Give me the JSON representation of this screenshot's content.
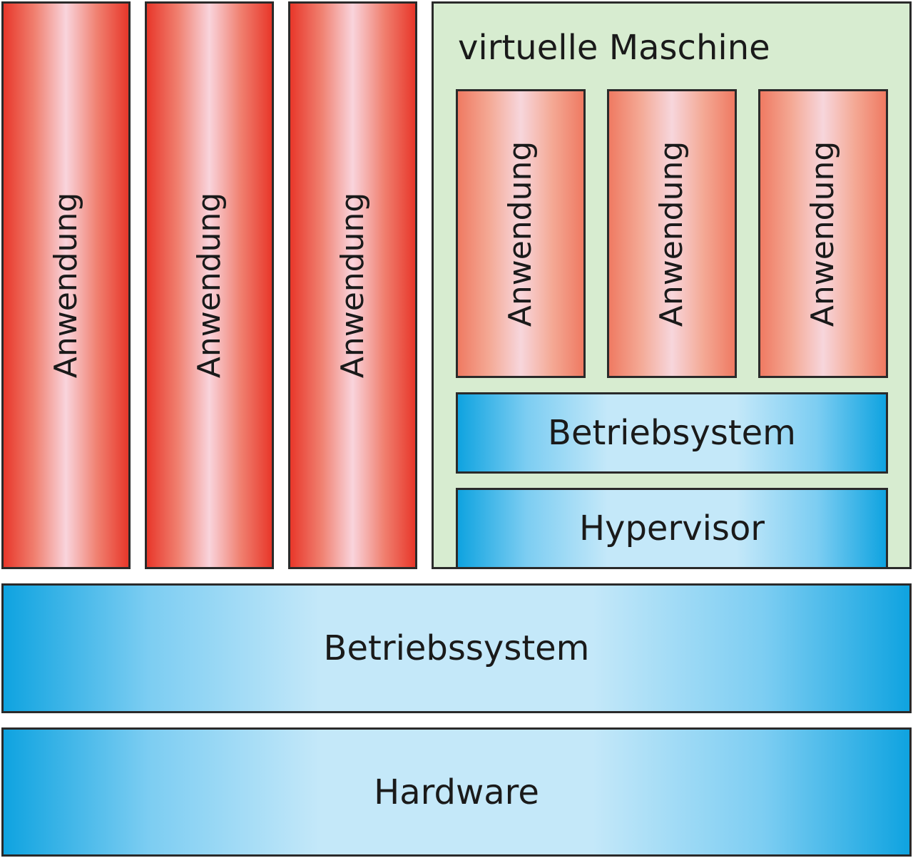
{
  "outer_applications": [
    {
      "label": "Anwendung"
    },
    {
      "label": "Anwendung"
    },
    {
      "label": "Anwendung"
    }
  ],
  "virtual_machine": {
    "title": "virtuelle Maschine",
    "applications": [
      {
        "label": "Anwendung"
      },
      {
        "label": "Anwendung"
      },
      {
        "label": "Anwendung"
      }
    ],
    "os_label": "Betriebsystem",
    "hypervisor_label": "Hypervisor"
  },
  "host_os_label": "Betriebssystem",
  "hardware_label": "Hardware",
  "colors": {
    "application": "#e8372a",
    "vm_application": "#ef7a62",
    "system_layer": "#0fa3e0",
    "virtual_machine": "#d7ecd0",
    "border": "#2a2a2a"
  }
}
